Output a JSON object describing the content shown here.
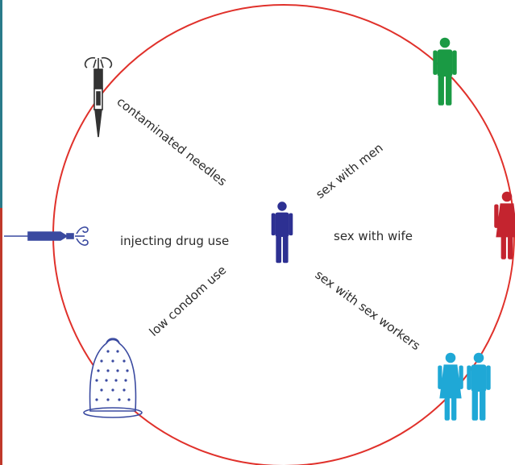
{
  "diagram": {
    "labels": {
      "contaminated_needles": "contaminated needles",
      "injecting_drug_use": "injecting drug use",
      "low_condom_use": "low condom use",
      "sex_with_men": "sex with men",
      "sex_with_wife": "sex with wife",
      "sex_with_sex_workers": "sex with sex workers"
    },
    "colors": {
      "circle": "#e0312b",
      "center_person": "#2d3092",
      "man_partner": "#1a9a44",
      "wife": "#c4242f",
      "sex_workers": "#1fa8d6",
      "tattoo_needle": "#333333",
      "syringe": "#3a4aa0",
      "condom": "#3a4aa0"
    },
    "icons": [
      "tattoo-needle-icon",
      "syringe-icon",
      "condom-icon",
      "center-man-icon",
      "male-partner-icon",
      "female-wife-icon",
      "sex-workers-couple-icon"
    ]
  }
}
